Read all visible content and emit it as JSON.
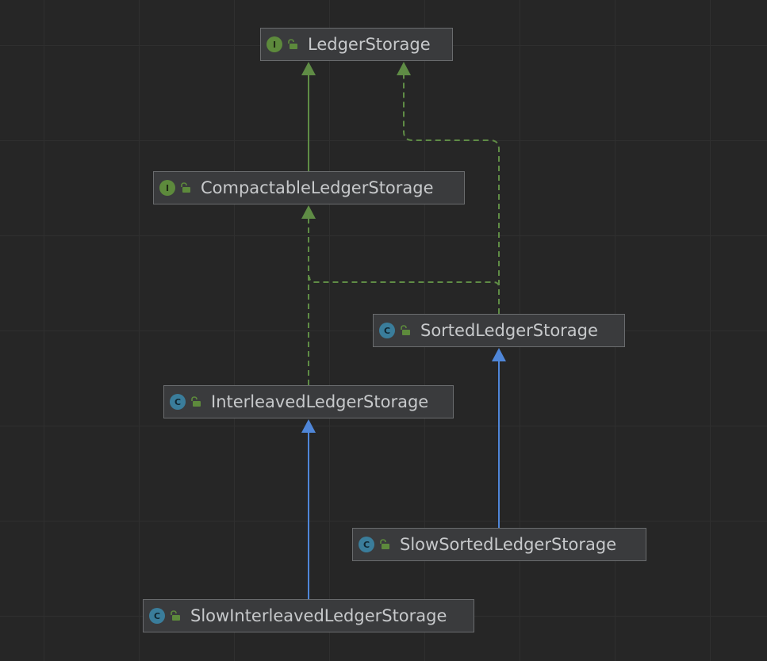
{
  "nodes": [
    {
      "id": "ledger-storage",
      "name": "LedgerStorage",
      "kind": "interface",
      "kind_letter": "I"
    },
    {
      "id": "compactable-ledger-storage",
      "name": "CompactableLedgerStorage",
      "kind": "interface",
      "kind_letter": "I"
    },
    {
      "id": "sorted-ledger-storage",
      "name": "SortedLedgerStorage",
      "kind": "class",
      "kind_letter": "C"
    },
    {
      "id": "interleaved-ledger-storage",
      "name": "InterleavedLedgerStorage",
      "kind": "class",
      "kind_letter": "C"
    },
    {
      "id": "slow-sorted-ledger-storage",
      "name": "SlowSortedLedgerStorage",
      "kind": "class",
      "kind_letter": "C"
    },
    {
      "id": "slow-interleaved-ledger-storage",
      "name": "SlowInterleavedLedgerStorage",
      "kind": "class",
      "kind_letter": "C"
    }
  ],
  "edges": [
    {
      "from": "compactable-ledger-storage",
      "to": "ledger-storage",
      "relation": "extends-interface"
    },
    {
      "from": "sorted-ledger-storage",
      "to": "ledger-storage",
      "relation": "implements"
    },
    {
      "from": "sorted-ledger-storage",
      "to": "compactable-ledger-storage",
      "relation": "implements"
    },
    {
      "from": "interleaved-ledger-storage",
      "to": "compactable-ledger-storage",
      "relation": "implements"
    },
    {
      "from": "slow-sorted-ledger-storage",
      "to": "sorted-ledger-storage",
      "relation": "extends"
    },
    {
      "from": "slow-interleaved-ledger-storage",
      "to": "interleaved-ledger-storage",
      "relation": "extends"
    }
  ],
  "colors": {
    "background": "#262626",
    "node_fill": "#3a3b3d",
    "node_border": "#6a6c6e",
    "label_text": "#c7c9cb",
    "interface_badge": "#5d8a3c",
    "class_badge": "#3a7d9b",
    "interface_edge": "#5f8c45",
    "class_edge": "#4f86d8"
  },
  "icons": {
    "interface_badge": "interface-icon",
    "class_badge": "class-icon",
    "visibility": "unlocked-icon"
  }
}
